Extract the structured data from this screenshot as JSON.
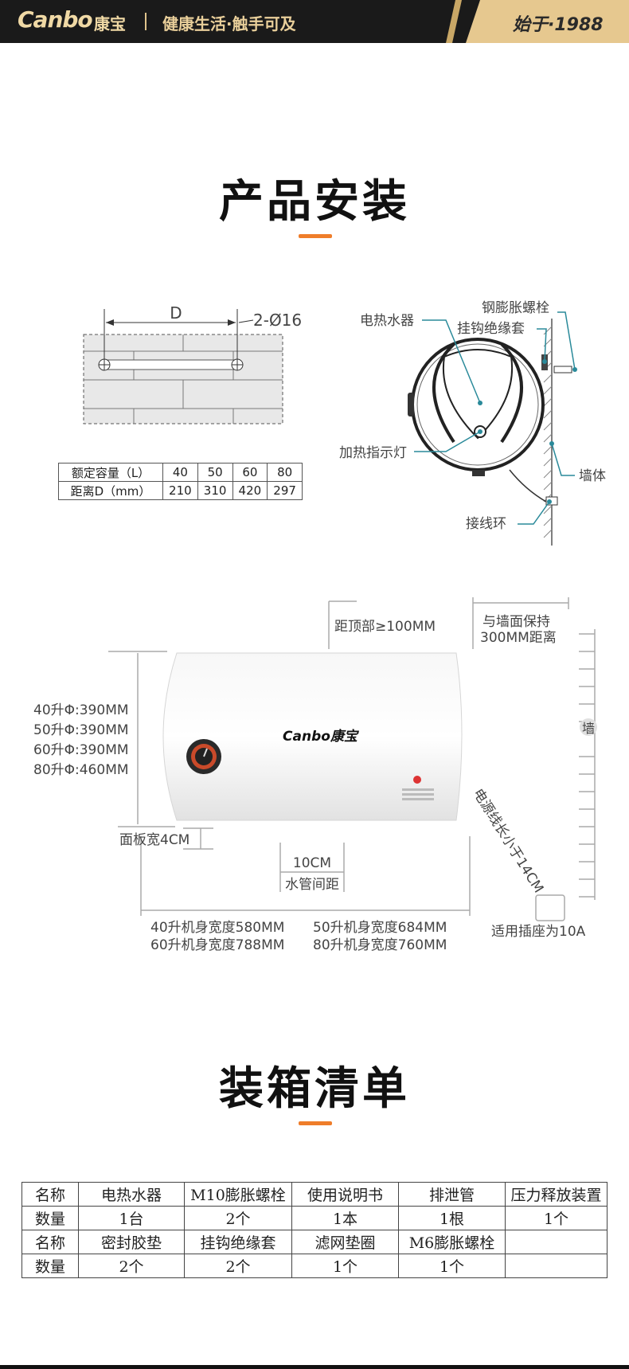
{
  "header": {
    "brand_en": "Canbo",
    "brand_cn": "康宝",
    "slogan": "健康生活·触手可及",
    "since": "始于·1988"
  },
  "install_section": {
    "title": "产品安装",
    "mount_diagram": {
      "dimension_label": "D",
      "hole_label": "2-Ø16"
    },
    "spec_table": {
      "rows": [
        [
          "额定容量（L）",
          "40",
          "50",
          "60",
          "80"
        ],
        [
          "距离D（mm）",
          "210",
          "310",
          "420",
          "297"
        ]
      ]
    },
    "side_diagram": {
      "labels": {
        "heater": "电热水器",
        "bolt": "钢膨胀螺栓",
        "hook_sleeve": "挂钩绝缘套",
        "indicator": "加热指示灯",
        "wall": "墙体",
        "ring": "接线环"
      }
    },
    "clearance_diagram": {
      "top_distance": "距顶部≥100MM",
      "wall_distance_line1": "与墙面保持",
      "wall_distance_line2": "300MM距离",
      "wall_label": "墙",
      "diameters": [
        "40升Φ:390MM",
        "50升Φ:390MM",
        "60升Φ:390MM",
        "80升Φ:460MM"
      ],
      "panel_width": "面板宽4CM",
      "pipe_distance_value": "10CM",
      "pipe_distance_label": "水管间距",
      "cord_length": "电源线长小于14CM",
      "socket": "适用插座为10A",
      "body_widths": [
        "40升机身宽度580MM",
        "50升机身宽度684MM",
        "60升机身宽度788MM",
        "80升机身宽度760MM"
      ],
      "product_logo": "Canbo康宝"
    }
  },
  "packing_section": {
    "title": "装箱清单",
    "rows": [
      [
        "名称",
        "电热水器",
        "M10膨胀螺栓",
        "使用说明书",
        "排泄管",
        "压力释放装置"
      ],
      [
        "数量",
        "1台",
        "2个",
        "1本",
        "1根",
        "1个"
      ],
      [
        "名称",
        "密封胶垫",
        "挂钩绝缘套",
        "滤网垫圈",
        "M6膨胀螺栓",
        ""
      ],
      [
        "数量",
        "2个",
        "2个",
        "1个",
        "1个",
        ""
      ]
    ]
  },
  "colors": {
    "header_bg": "#1a1a1a",
    "gold": "#e6c88f",
    "accent": "#ef7d2a",
    "leader_teal": "#2a8a9a"
  }
}
